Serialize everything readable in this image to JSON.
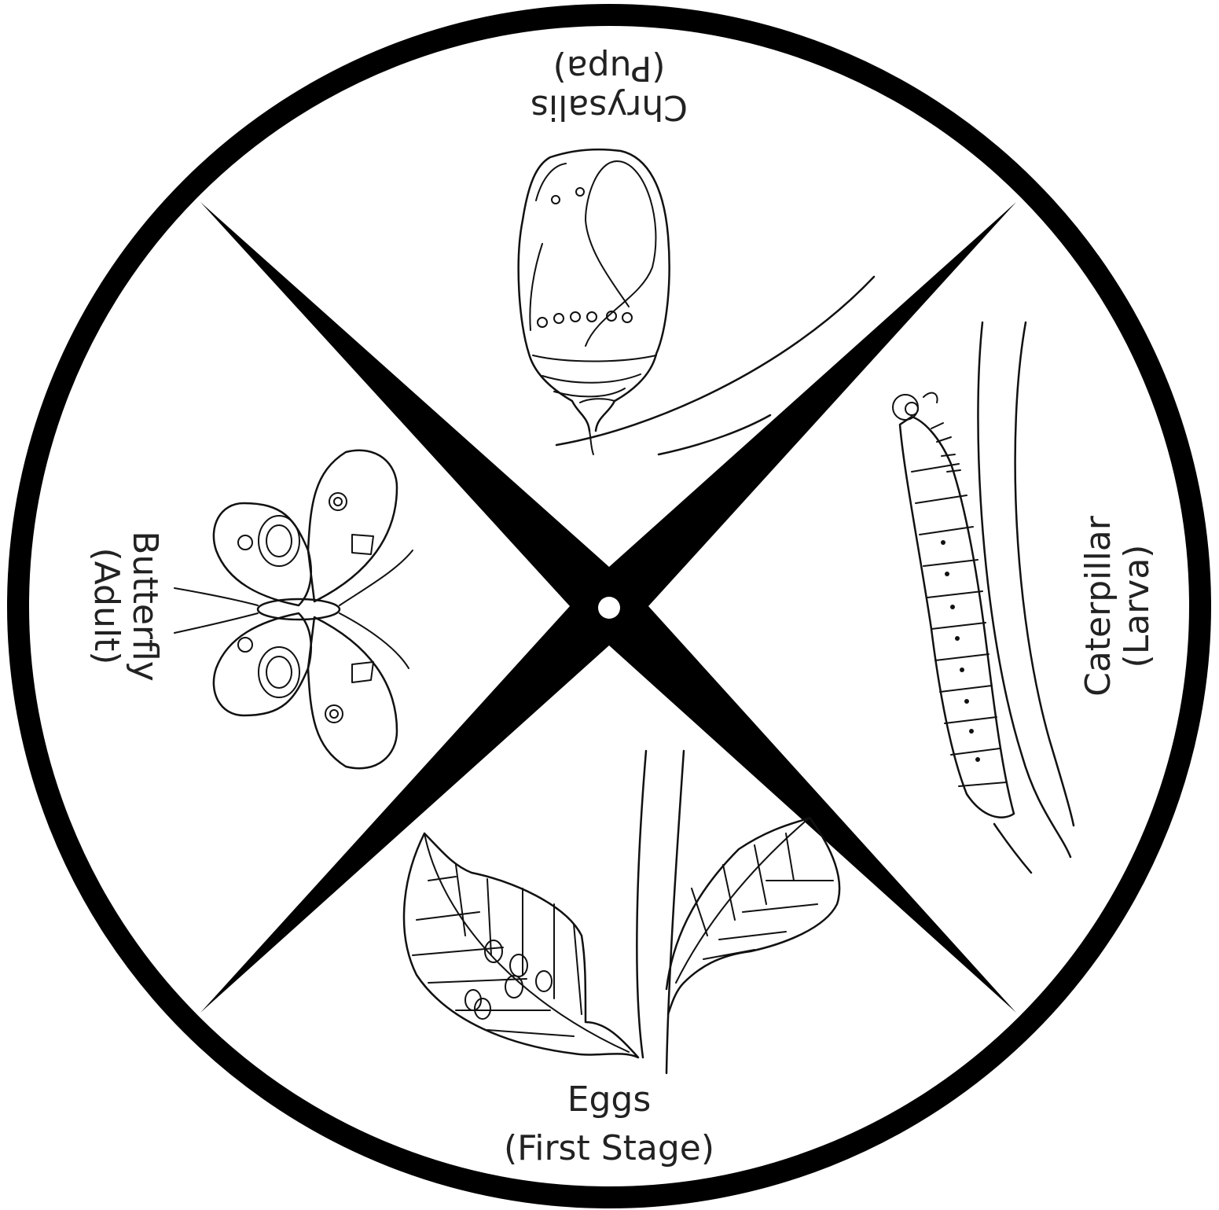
{
  "colors": {
    "ink": "#000000",
    "paper": "#ffffff",
    "text": "#222222"
  },
  "stages": {
    "pupa": {
      "line1": "Chrysalis",
      "line2": "(Pupa)",
      "icon": "chrysalis-icon"
    },
    "larva": {
      "line1": "Caterpillar",
      "line2": "(Larva)",
      "icon": "caterpillar-icon"
    },
    "eggs": {
      "line1": "Eggs",
      "line2": "(First Stage)",
      "icon": "eggs-on-leaf-icon"
    },
    "adult": {
      "line1": "Butterfly",
      "line2": "(Adult)",
      "icon": "butterfly-icon"
    }
  }
}
